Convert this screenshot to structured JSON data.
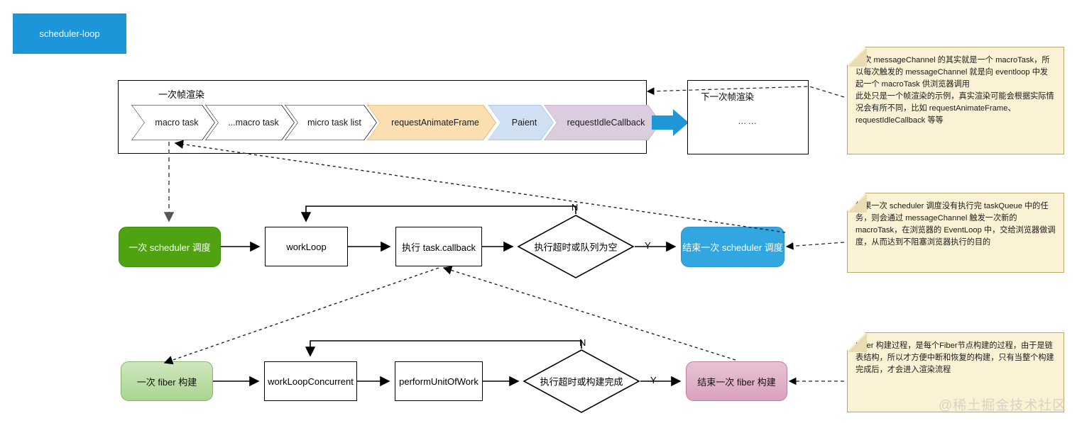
{
  "title": {
    "label": "scheduler-loop"
  },
  "frame": {
    "label": "一次帧渲染",
    "steps": [
      {
        "label": "macro task",
        "fill": "#ffffff",
        "stroke": "#000000"
      },
      {
        "label": "...macro task",
        "fill": "#ffffff",
        "stroke": "#000000"
      },
      {
        "label": "micro task list",
        "fill": "#ffffff",
        "stroke": "#000000"
      },
      {
        "label": "requestAnimateFrame",
        "fill": "#fbdfb1",
        "stroke": "#d6a94e"
      },
      {
        "label": "Paient",
        "fill": "#cfe0f2",
        "stroke": "#8fb4d8"
      },
      {
        "label": "requestIdleCallback",
        "fill": "#dccce0",
        "stroke": "#ae96b6"
      }
    ]
  },
  "next_frame": {
    "title": "下一次帧渲染",
    "dots": "……"
  },
  "notes": [
    {
      "id": "note-message-channel",
      "text": "一次 messageChannel 的其实就是一个 macroTask，所以每次触发的 messageChannel 就是向 eventloop 中发起一个 macroTask 供浏览器调用\n此处只是一个帧渲染的示例，真实渲染可能会根据实际情况会有所不同，比如 requestAnimateFrame、requestIdleCallback 等等"
    },
    {
      "id": "note-scheduler",
      "text": "如果一次 scheduler 调度没有执行完 taskQueue 中的任务，则会通过 messageChannel 触发一次新的 macroTask，在浏览器的 EventLoop 中，交给浏览器做调度，从而达到不阻塞浏览器执行的目的"
    },
    {
      "id": "note-fiber",
      "text": "Fiber 构建过程，是每个Fiber节点构建的过程，由于是链表结构，所以才方便中断和恢复的构建，只有当整个构建完成后，才会进入渲染流程"
    }
  ],
  "scheduler_flow": {
    "start": "一次 scheduler 调度",
    "step1": "workLoop",
    "step2": "执行 task.callback",
    "decision": "执行超时或队列为空",
    "yes": "Y",
    "no": "N",
    "end": "结束一次 scheduler  调度"
  },
  "fiber_flow": {
    "start": "一次 fiber 构建",
    "step1": "workLoopConcurrent",
    "step2": "performUnitOfWork",
    "decision": "执行超时或构建完成",
    "yes": "Y",
    "no": "N",
    "end": "结束一次 fiber 构建"
  },
  "watermark": "@稀土掘金技术社区",
  "colors": {
    "brand_blue": "#1c96d8",
    "node_blue": "#31a6e0",
    "node_green": "#4fa310",
    "node_lightgreen": "#a9d48f",
    "node_pink": "#d9a2bd",
    "note_bg": "#fbf2d5",
    "arrow_blue": "#2196d6"
  }
}
